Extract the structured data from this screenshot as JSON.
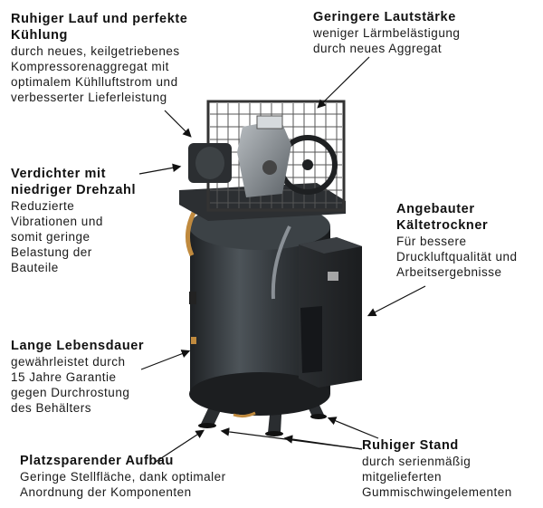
{
  "callouts": {
    "c1": {
      "heading": [
        "Ruhiger Lauf und perfekte",
        "Kühlung"
      ],
      "desc": [
        "durch neues, keilgetriebenes",
        "Kompressorenaggregat mit",
        "optimalem Kühlluftstrom und",
        "verbesserter Lieferleistung"
      ]
    },
    "c2": {
      "heading": [
        "Geringere Lautstärke"
      ],
      "desc": [
        "weniger Lärmbelästigung",
        "durch neues Aggregat"
      ]
    },
    "c3": {
      "heading": [
        "Verdichter mit",
        "niedriger Drehzahl"
      ],
      "desc": [
        "Reduzierte",
        "Vibrationen und",
        "somit geringe",
        "Belastung der",
        "Bauteile"
      ]
    },
    "c4": {
      "heading": [
        "Angebauter",
        "Kältetrockner"
      ],
      "desc": [
        "Für bessere",
        "Druckluftqualität und",
        "Arbeitsergebnisse"
      ]
    },
    "c5": {
      "heading": [
        "Lange Lebensdauer"
      ],
      "desc": [
        "gewährleistet durch",
        "15 Jahre Garantie",
        "gegen Durchrostung",
        "des Behälters"
      ]
    },
    "c6": {
      "heading": [
        "Platzsparender Aufbau"
      ],
      "desc": [
        "Geringe Stellfläche, dank optimaler",
        "Anordnung der Komponenten"
      ]
    },
    "c7": {
      "heading": [
        "Ruhiger Stand"
      ],
      "desc": [
        "durch serienmäßig",
        "mitgelieferten",
        "Gummischwingelementen"
      ]
    }
  },
  "colors": {
    "tank": "#2f3336",
    "tank_highlight": "#5a6166",
    "metal": "#8a9096",
    "copper": "#c08a3e",
    "arrow": "#111111"
  }
}
